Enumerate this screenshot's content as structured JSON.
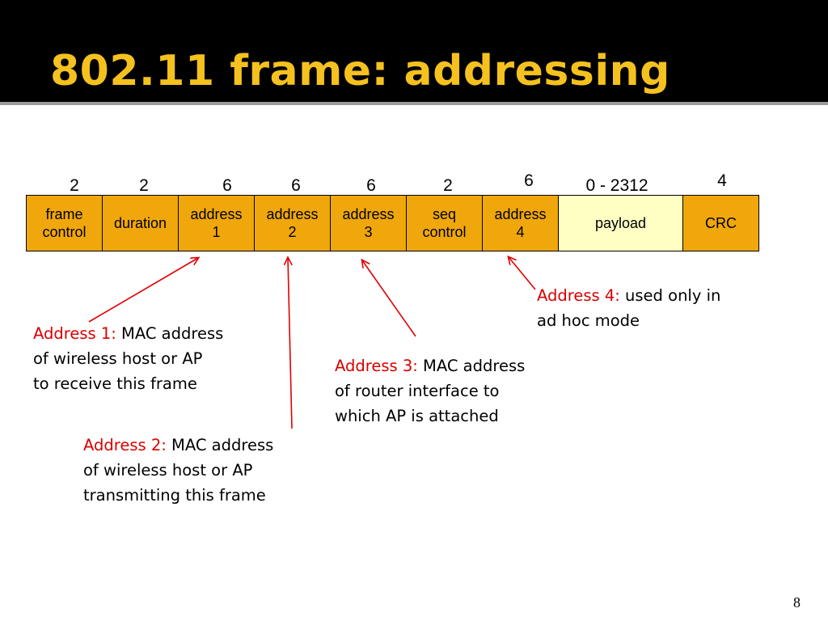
{
  "title": "802.11 frame: addressing",
  "frame": {
    "fields": [
      {
        "size": "2",
        "label": "frame\ncontrol"
      },
      {
        "size": "2",
        "label": "duration"
      },
      {
        "size": "6",
        "label": "address\n1"
      },
      {
        "size": "6",
        "label": "address\n2"
      },
      {
        "size": "6",
        "label": "address\n3"
      },
      {
        "size": "2",
        "label": "seq\ncontrol"
      },
      {
        "size": "6",
        "label": "address\n4"
      },
      {
        "size": "0 - 2312",
        "label": "payload"
      },
      {
        "size": "4",
        "label": "CRC"
      }
    ]
  },
  "notes": {
    "address1": {
      "lead": "Address 1:",
      "line1": " MAC address",
      "line2": "of wireless host or AP",
      "line3": "to receive this frame"
    },
    "address2": {
      "lead": "Address 2:",
      "line1": " MAC address",
      "line2": "of wireless host or AP",
      "line3": "transmitting this frame"
    },
    "address3": {
      "lead": "Address 3:",
      "line1": " MAC address",
      "line2": "of router interface to",
      "line3": "which AP is attached"
    },
    "address4": {
      "lead": "Address 4:",
      "line1": " used only in",
      "line2": "ad hoc mode"
    }
  },
  "colors": {
    "title": "#f5c11e",
    "field": "#f0a70c",
    "payload": "#ffffc4",
    "arrow": "#e00000",
    "lead_text": "#d80000"
  },
  "page_number": "8"
}
